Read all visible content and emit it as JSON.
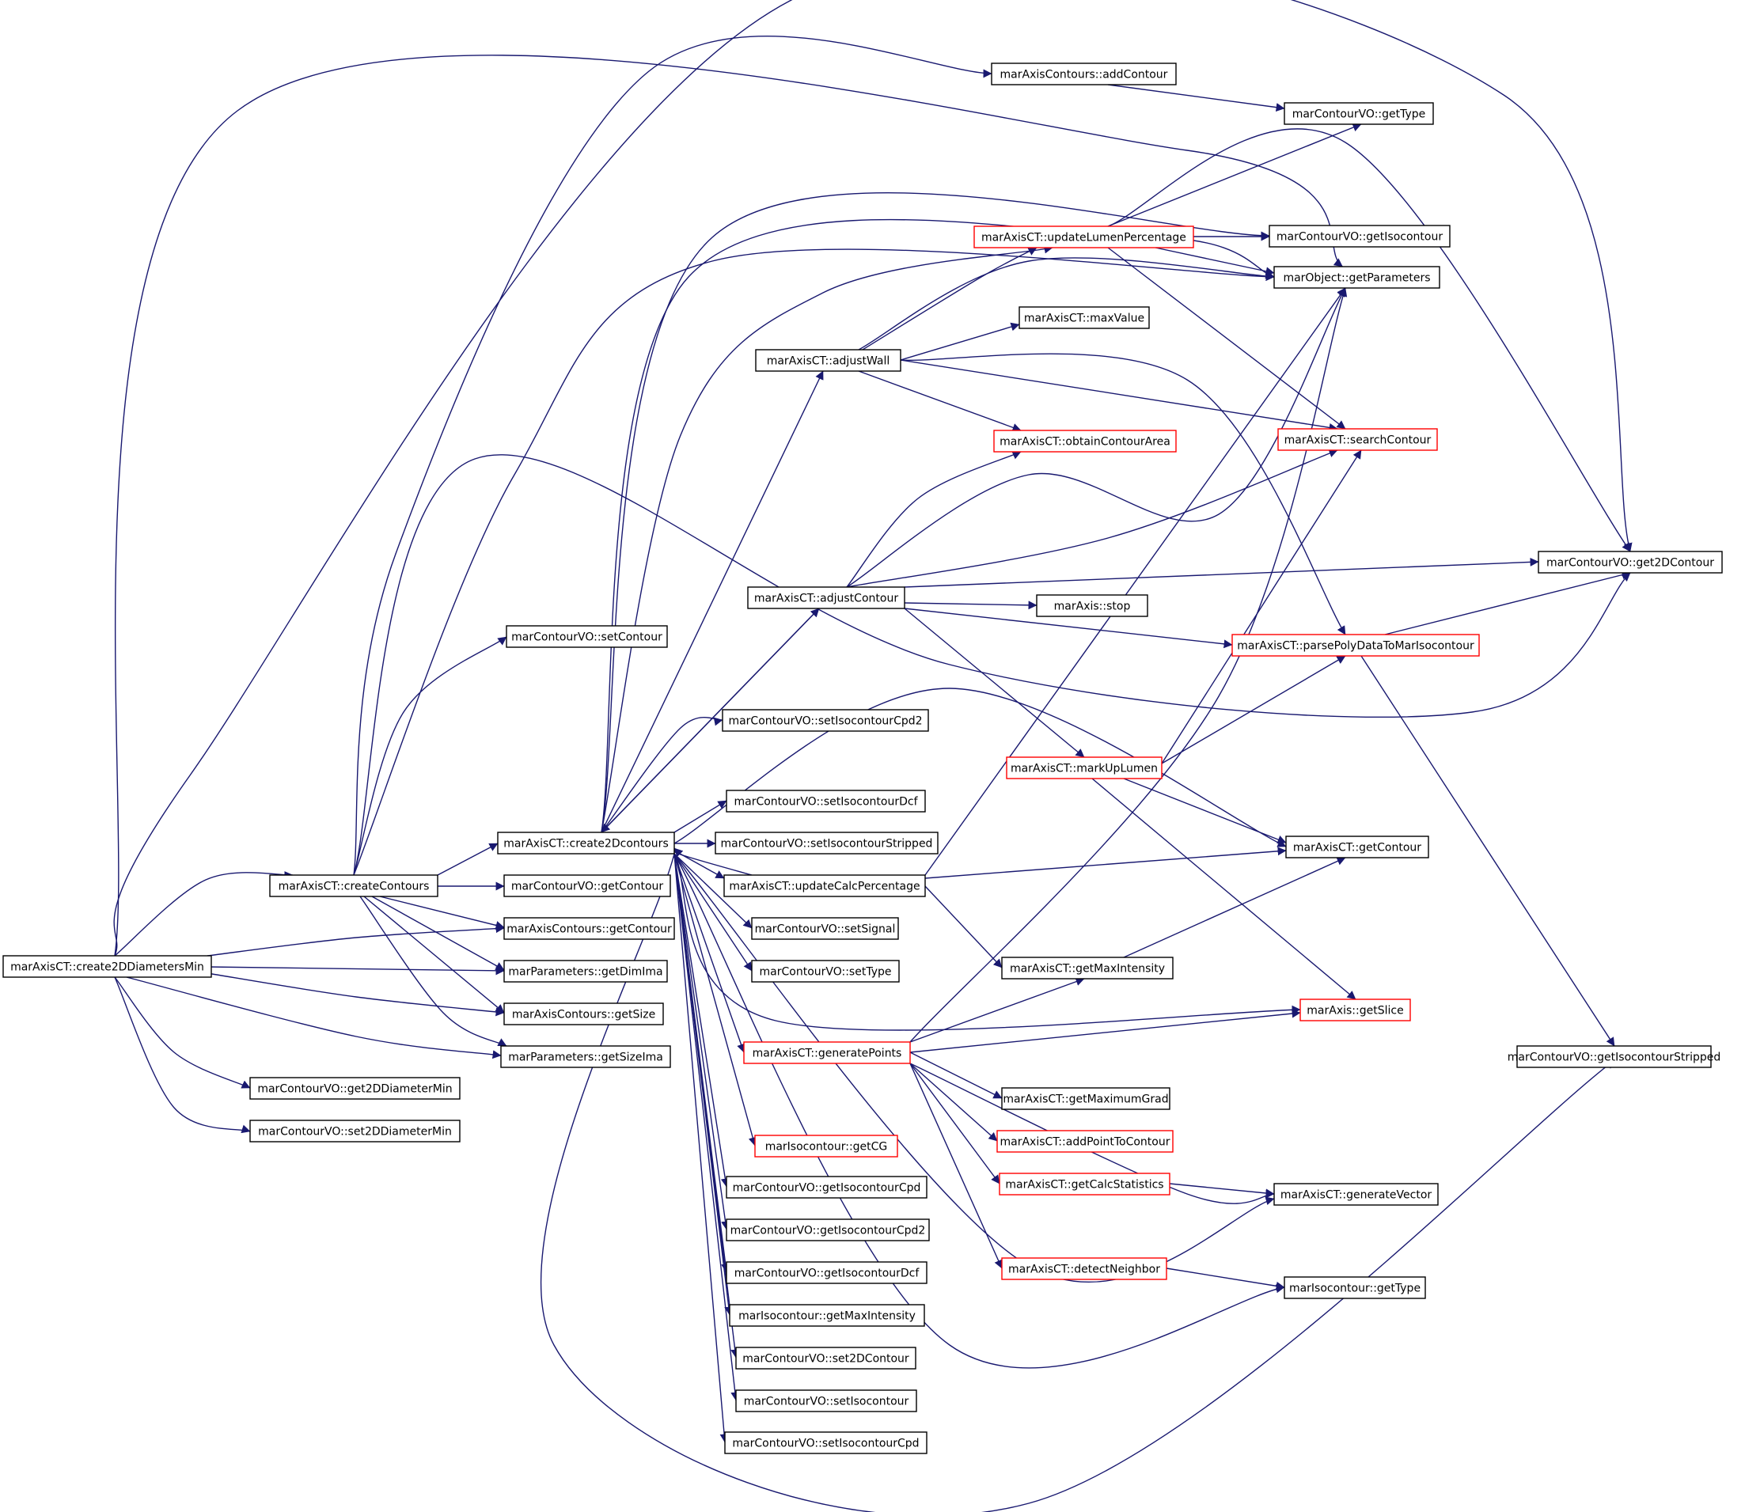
{
  "colors": {
    "edge": "#191970",
    "node_border": "#000000",
    "node_border_incomplete": "#ff0000",
    "root_fill": "#bfbfbf"
  },
  "nodes": [
    {
      "id": "root",
      "label": "marAxisCT::create2DDiametersMin",
      "root": true
    },
    {
      "id": "createContours",
      "label": "marAxisCT::createContours"
    },
    {
      "id": "get2DDiameterMin",
      "label": "marContourVO::get2DDiameterMin"
    },
    {
      "id": "set2DDiameterMin",
      "label": "marContourVO::set2DDiameterMin"
    },
    {
      "id": "setContour",
      "label": "marContourVO::setContour"
    },
    {
      "id": "create2Dcontours",
      "label": "marAxisCT::create2Dcontours"
    },
    {
      "id": "cvoGetContour",
      "label": "marContourVO::getContour"
    },
    {
      "id": "acGetContour",
      "label": "marAxisContours::getContour"
    },
    {
      "id": "getDimIma",
      "label": "marParameters::getDimIma"
    },
    {
      "id": "acGetSize",
      "label": "marAxisContours::getSize"
    },
    {
      "id": "getSizeIma",
      "label": "marParameters::getSizeIma"
    },
    {
      "id": "addContour",
      "label": "marAxisContours::addContour"
    },
    {
      "id": "updateLumen",
      "label": "marAxisCT::updateLumenPercentage",
      "red": true
    },
    {
      "id": "adjustWall",
      "label": "marAxisCT::adjustWall"
    },
    {
      "id": "maxValue",
      "label": "marAxisCT::maxValue"
    },
    {
      "id": "obtainArea",
      "label": "marAxisCT::obtainContourArea",
      "red": true
    },
    {
      "id": "adjustContour",
      "label": "marAxisCT::adjustContour"
    },
    {
      "id": "stop",
      "label": "marAxis::stop"
    },
    {
      "id": "setCpd2",
      "label": "marContourVO::setIsocontourCpd2"
    },
    {
      "id": "markUpLumen",
      "label": "marAxisCT::markUpLumen",
      "red": true
    },
    {
      "id": "setDcf",
      "label": "marContourVO::setIsocontourDcf"
    },
    {
      "id": "setStripped",
      "label": "marContourVO::setIsocontourStripped"
    },
    {
      "id": "updateCalc",
      "label": "marAxisCT::updateCalcPercentage"
    },
    {
      "id": "setSignal",
      "label": "marContourVO::setSignal"
    },
    {
      "id": "setType",
      "label": "marContourVO::setType"
    },
    {
      "id": "getMaxIntensity",
      "label": "marAxisCT::getMaxIntensity"
    },
    {
      "id": "generatePoints",
      "label": "marAxisCT::generatePoints",
      "red": true
    },
    {
      "id": "getMaximumGrad",
      "label": "marAxisCT::getMaximumGrad"
    },
    {
      "id": "addPointToContour",
      "label": "marAxisCT::addPointToContour",
      "red": true
    },
    {
      "id": "getCG",
      "label": "marIsocontour::getCG",
      "red": true
    },
    {
      "id": "getCalcStatistics",
      "label": "marAxisCT::getCalcStatistics",
      "red": true
    },
    {
      "id": "getCpd",
      "label": "marContourVO::getIsocontourCpd"
    },
    {
      "id": "getCpd2",
      "label": "marContourVO::getIsocontourCpd2"
    },
    {
      "id": "detectNeighbor",
      "label": "marAxisCT::detectNeighbor",
      "red": true
    },
    {
      "id": "getDcf",
      "label": "marContourVO::getIsocontourDcf"
    },
    {
      "id": "isoMaxIntensity",
      "label": "marIsocontour::getMaxIntensity"
    },
    {
      "id": "set2DContour",
      "label": "marContourVO::set2DContour"
    },
    {
      "id": "setIsocontour",
      "label": "marContourVO::setIsocontour"
    },
    {
      "id": "setCpd",
      "label": "marContourVO::setIsocontourCpd"
    },
    {
      "id": "cvoGetType",
      "label": "marContourVO::getType"
    },
    {
      "id": "getIsocontour",
      "label": "marContourVO::getIsocontour"
    },
    {
      "id": "getParameters",
      "label": "marObject::getParameters"
    },
    {
      "id": "searchContour",
      "label": "marAxisCT::searchContour",
      "red": true
    },
    {
      "id": "get2DContour",
      "label": "marContourVO::get2DContour"
    },
    {
      "id": "parsePoly",
      "label": "marAxisCT::parsePolyDataToMarIsocontour",
      "red": true
    },
    {
      "id": "ctGetContour",
      "label": "marAxisCT::getContour"
    },
    {
      "id": "getSlice",
      "label": "marAxis::getSlice",
      "red": true
    },
    {
      "id": "getStripped",
      "label": "marContourVO::getIsocontourStripped"
    },
    {
      "id": "generateVector",
      "label": "marAxisCT::generateVector"
    },
    {
      "id": "isoGetType",
      "label": "marIsocontour::getType"
    }
  ]
}
